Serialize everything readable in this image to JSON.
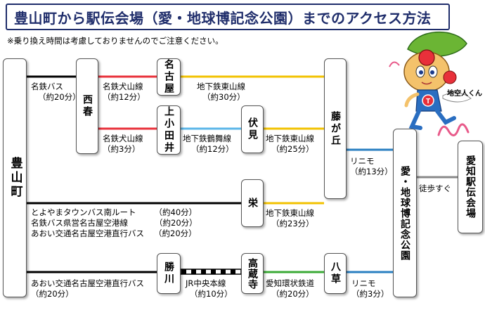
{
  "title": "豊山町から駅伝会場（愛・地球博記念公園）までのアクセス方法",
  "note": "※乗り換え時間は考慮しておりませんのでご注意ください。",
  "stations": {
    "toyoyama": "豊山町",
    "nishiharu": "西春",
    "nagoya": "名古屋",
    "kamiotai": "上小田井",
    "fushimi": "伏見",
    "fujigaoka": "藤が丘",
    "sakae": "栄",
    "kachigawa": "勝川",
    "kozoji": "高蔵寺",
    "yakusa": "八草",
    "expo_park": "愛・地球博記念公園",
    "venue": "愛知駅伝会場"
  },
  "routes": {
    "meitetsu_bus": [
      "名鉄バス",
      "（約20分）"
    ],
    "inuyama_nagoya": [
      "名鉄犬山線",
      "（約12分）"
    ],
    "higashiyama_1": [
      "地下鉄東山線",
      "（約30分）"
    ],
    "inuyama_kamiotai": [
      "名鉄犬山線",
      "（約3分）"
    ],
    "tsurumai": [
      "地下鉄鶴舞線",
      "（約12分）"
    ],
    "higashiyama_2": [
      "地下鉄東山線",
      "（約25分）"
    ],
    "linimo_1": [
      "リニモ",
      "（約13分）"
    ],
    "walk": "徒歩すぐ",
    "bus_list": [
      {
        "name": "とよやまタウンバス南ルート",
        "time": "（約40分）"
      },
      {
        "name": "名鉄バス県営名古屋空港線",
        "time": "（約20分）"
      },
      {
        "name": "あおい交通名古屋空港直行バス",
        "time": "（約20分）"
      }
    ],
    "higashiyama_3": [
      "地下鉄東山線",
      "（約23分）"
    ],
    "aoi_bus": [
      "あおい交通名古屋空港直行バス",
      "（約20分）"
    ],
    "jr_chuo": [
      "JR中央本線",
      "（約10分）"
    ],
    "aichi_kanjo": [
      "愛知環状鉄道",
      "（約20分）"
    ],
    "linimo_2": [
      "リニモ",
      "（約3分）"
    ]
  },
  "mascot": {
    "name": "地空人くん"
  },
  "colors": {
    "bus": "#000000",
    "meitetsu": "#e8303a",
    "higashiyama": "#f2c200",
    "tsurumai": "#5bb6e8",
    "linimo": "#2a7fc1",
    "aikan": "#3aaa35",
    "walk": "#888888",
    "title": "#1f2d6b"
  }
}
